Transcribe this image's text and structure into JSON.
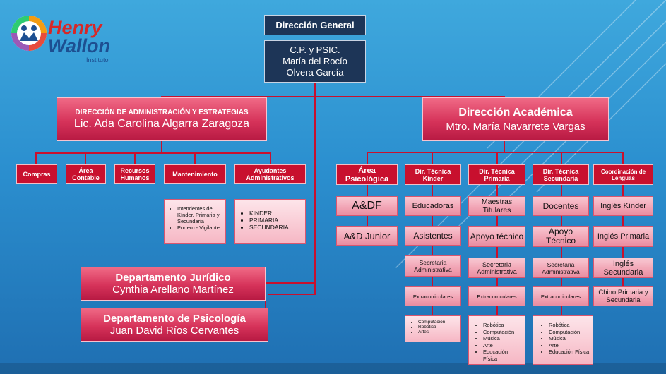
{
  "logo": {
    "name_line1": "Henry",
    "name_line2": "Wallon",
    "sub": "Instituto"
  },
  "top": {
    "title": "Dirección General",
    "director": [
      "C.P. y PSIC.",
      "María del Rocío",
      "Olvera García"
    ]
  },
  "admin": {
    "title": "DIRECCIÓN DE ADMINISTRACIÓN Y ESTRATEGIAS",
    "name": "Lic. Ada Carolina Algarra Zaragoza",
    "units": [
      "Compras",
      "Área Contable",
      "Recursos Humanos",
      "Mantenimiento",
      "Ayudantes Administrativos"
    ],
    "mantenimiento_items": [
      "Intendentes de Kínder, Primaria y Secundaria",
      "Portero - Vigilante"
    ],
    "ayudantes_items": [
      "KINDER",
      "PRIMARIA",
      "SECUNDARIA"
    ]
  },
  "juridico": {
    "title": "Departamento Jurídico",
    "name": "Cynthia Arellano Martínez"
  },
  "psicologia": {
    "title": "Departamento de Psicología",
    "name": "Juan David Ríos Cervantes"
  },
  "academica": {
    "title": "Dirección Académica",
    "name": "Mtro. María Navarrete Vargas",
    "columns": [
      {
        "header": "Área Psicológica",
        "items": [
          "A&DF",
          "A&D Junior"
        ]
      },
      {
        "header": "Dir. Técnica Kínder",
        "items": [
          "Educadoras",
          "Asistentes",
          "Secretaria Administrativa",
          "Extracurriculares"
        ],
        "list": [
          "Computación",
          "Robótica",
          "Artes"
        ]
      },
      {
        "header": "Dir. Técnica Primaria",
        "items": [
          "Maestras Titulares",
          "Apoyo técnico",
          "Secretaria Administrativa",
          "Extracurriculares"
        ],
        "list": [
          "Robótica",
          "Computación",
          "Música",
          "Arte",
          "Educación Física"
        ]
      },
      {
        "header": "Dir. Técnica Secundaria",
        "items": [
          "Docentes",
          "Apoyo Técnico",
          "Secretaria Administrativa",
          "Extracurriculares"
        ],
        "list": [
          "Robótica",
          "Computación",
          "Música",
          "Arte",
          "Educación Física"
        ]
      },
      {
        "header": "Coordinación de Lenguas",
        "items": [
          "Inglés Kínder",
          "Inglés Primaria",
          "Inglés Secundaria",
          "Chino Primaria y Secundaria"
        ]
      }
    ]
  }
}
